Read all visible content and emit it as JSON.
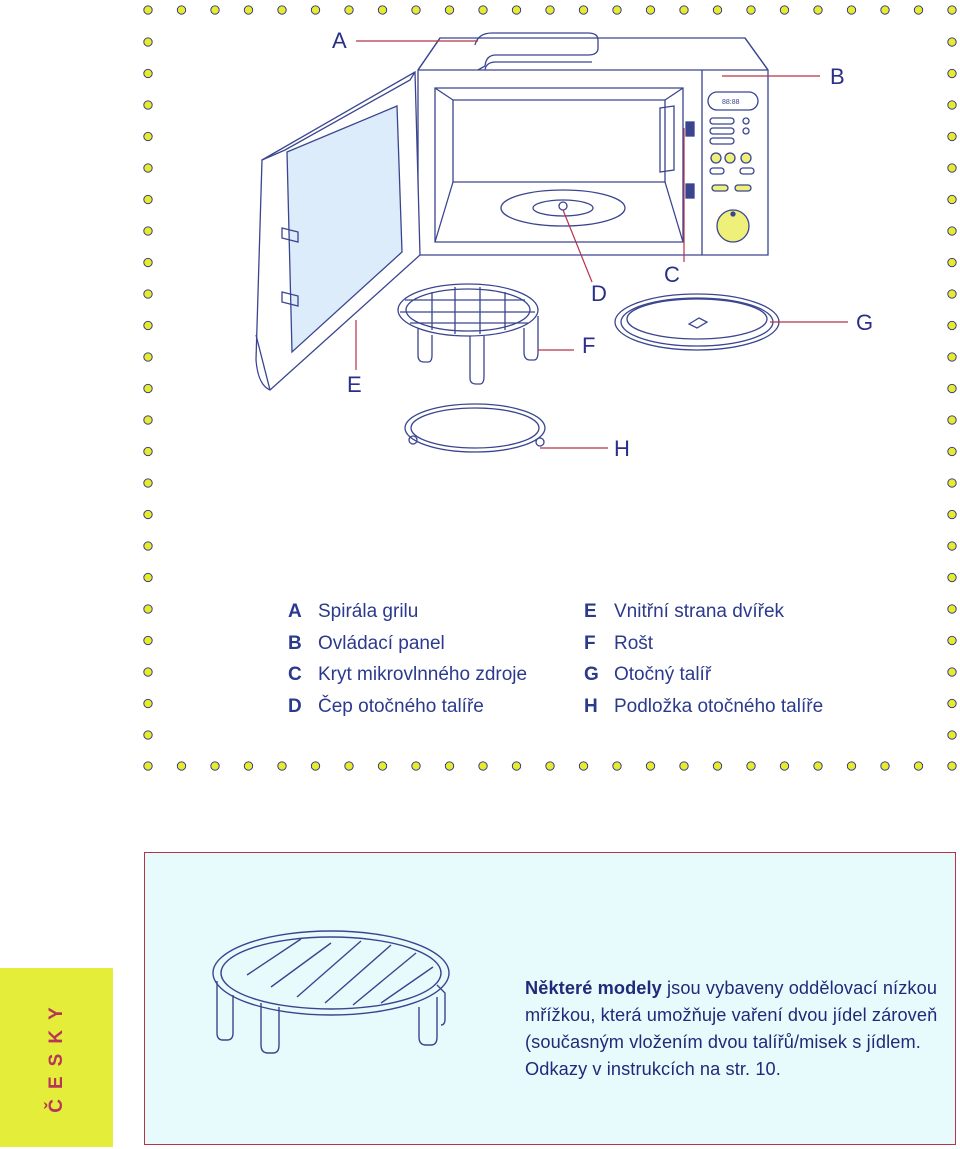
{
  "callouts": {
    "A": "A",
    "B": "B",
    "C": "C",
    "D": "D",
    "E": "E",
    "F": "F",
    "G": "G",
    "H": "H"
  },
  "legend": {
    "left": [
      {
        "key": "A",
        "label": "Spirála grilu"
      },
      {
        "key": "B",
        "label": "Ovládací panel"
      },
      {
        "key": "C",
        "label": "Kryt mikrovlnného zdroje"
      },
      {
        "key": "D",
        "label": "Čep otočného talíře"
      }
    ],
    "right": [
      {
        "key": "E",
        "label": "Vnitřní strana dvířek"
      },
      {
        "key": "F",
        "label": "Rošt"
      },
      {
        "key": "G",
        "label": "Otočný talíř"
      },
      {
        "key": "H",
        "label": "Podložka otočného talíře"
      }
    ]
  },
  "note": {
    "bold": "Některé modely",
    "text": " jsou vybaveny oddělovací nízkou mřížkou, která umožňuje vaření dvou jídel zároveň (současným vložením dvou talířů/misek s jídlem. Odkazy v instrukcích na str. 10."
  },
  "language_tab": "ČESKY",
  "colors": {
    "dot": "#e6ec2a",
    "dot_outline": "#2b2f88",
    "line": "#3a4590",
    "accent": "#b63348",
    "window": "#dcecfb",
    "note_bg": "#e8fbfc",
    "tab_bg": "#e4ee3a"
  }
}
